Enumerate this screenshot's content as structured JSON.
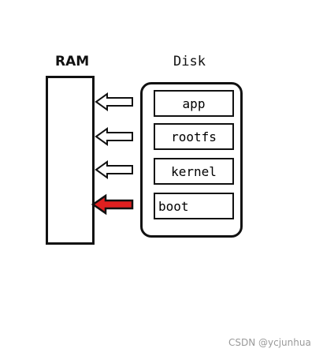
{
  "diagram": {
    "ram_label": "RAM",
    "disk_label": "Disk",
    "partitions": [
      "app",
      "rootfs",
      "kernel",
      "boot"
    ],
    "active_partition": "boot"
  },
  "colors": {
    "active_arrow": "#e02020",
    "inactive_arrow": "#ffffff",
    "stroke": "#111111"
  },
  "watermark": "CSDN @ycjunhua"
}
